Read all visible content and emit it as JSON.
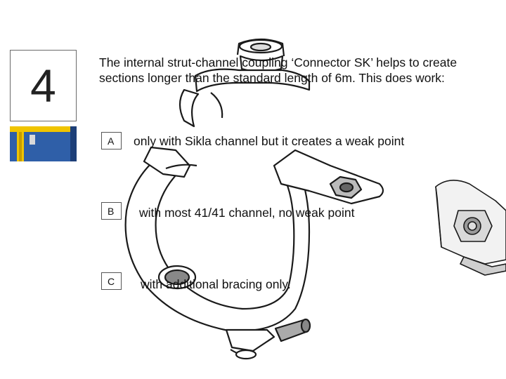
{
  "slide": {
    "number": "4",
    "question": "The internal strut-channel coupling ‘Connector SK’ helps to create sections longer than the standard length of 6m. This does work:"
  },
  "options": [
    {
      "letter": "A",
      "text": "only with Sikla channel but it creates a weak point"
    },
    {
      "letter": "B",
      "text": "with most 41/41 channel, no weak point"
    },
    {
      "letter": "C",
      "text": "with additional bracing only."
    }
  ],
  "icons": {
    "thumbnail": "strut-channel-photo-icon",
    "clamp": "pipe-clamp-illustration",
    "connector": "channel-connector-illustration"
  },
  "colors": {
    "thumb_blue": "#2f5fa8",
    "thumb_yellow": "#f0c400"
  }
}
